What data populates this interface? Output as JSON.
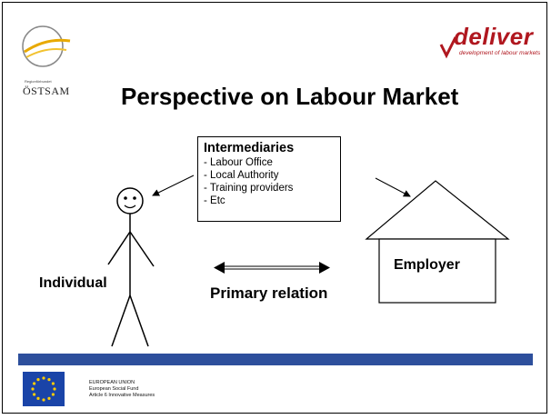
{
  "header": {
    "ostsam_tagline": "Regionförbundet",
    "ostsam_name": "ÖSTSAM",
    "deliver_word": "deliver",
    "deliver_tagline": "development of labour markets"
  },
  "title": "Perspective on Labour Market",
  "diagram": {
    "intermediaries": {
      "title": "Intermediaries",
      "items": [
        "- Labour Office",
        "- Local Authority",
        "- Training providers",
        "- Etc"
      ]
    },
    "individual_label": "Individual",
    "employer_label": "Employer",
    "relation_label": "Primary relation"
  },
  "footer": {
    "eu_line1": "EUROPEAN UNION",
    "eu_line2": "European Social Fund",
    "eu_line3": "Article 6 Innovative Measures"
  },
  "colors": {
    "band": "#2d4f9c",
    "eu_flag": "#1a44a8",
    "eu_stars": "#ffcc00",
    "deliver": "#b0171f"
  },
  "icons": [
    "ostsam-logo-icon",
    "deliver-logo-icon",
    "stick-figure-icon",
    "house-icon",
    "eu-flag-icon"
  ]
}
